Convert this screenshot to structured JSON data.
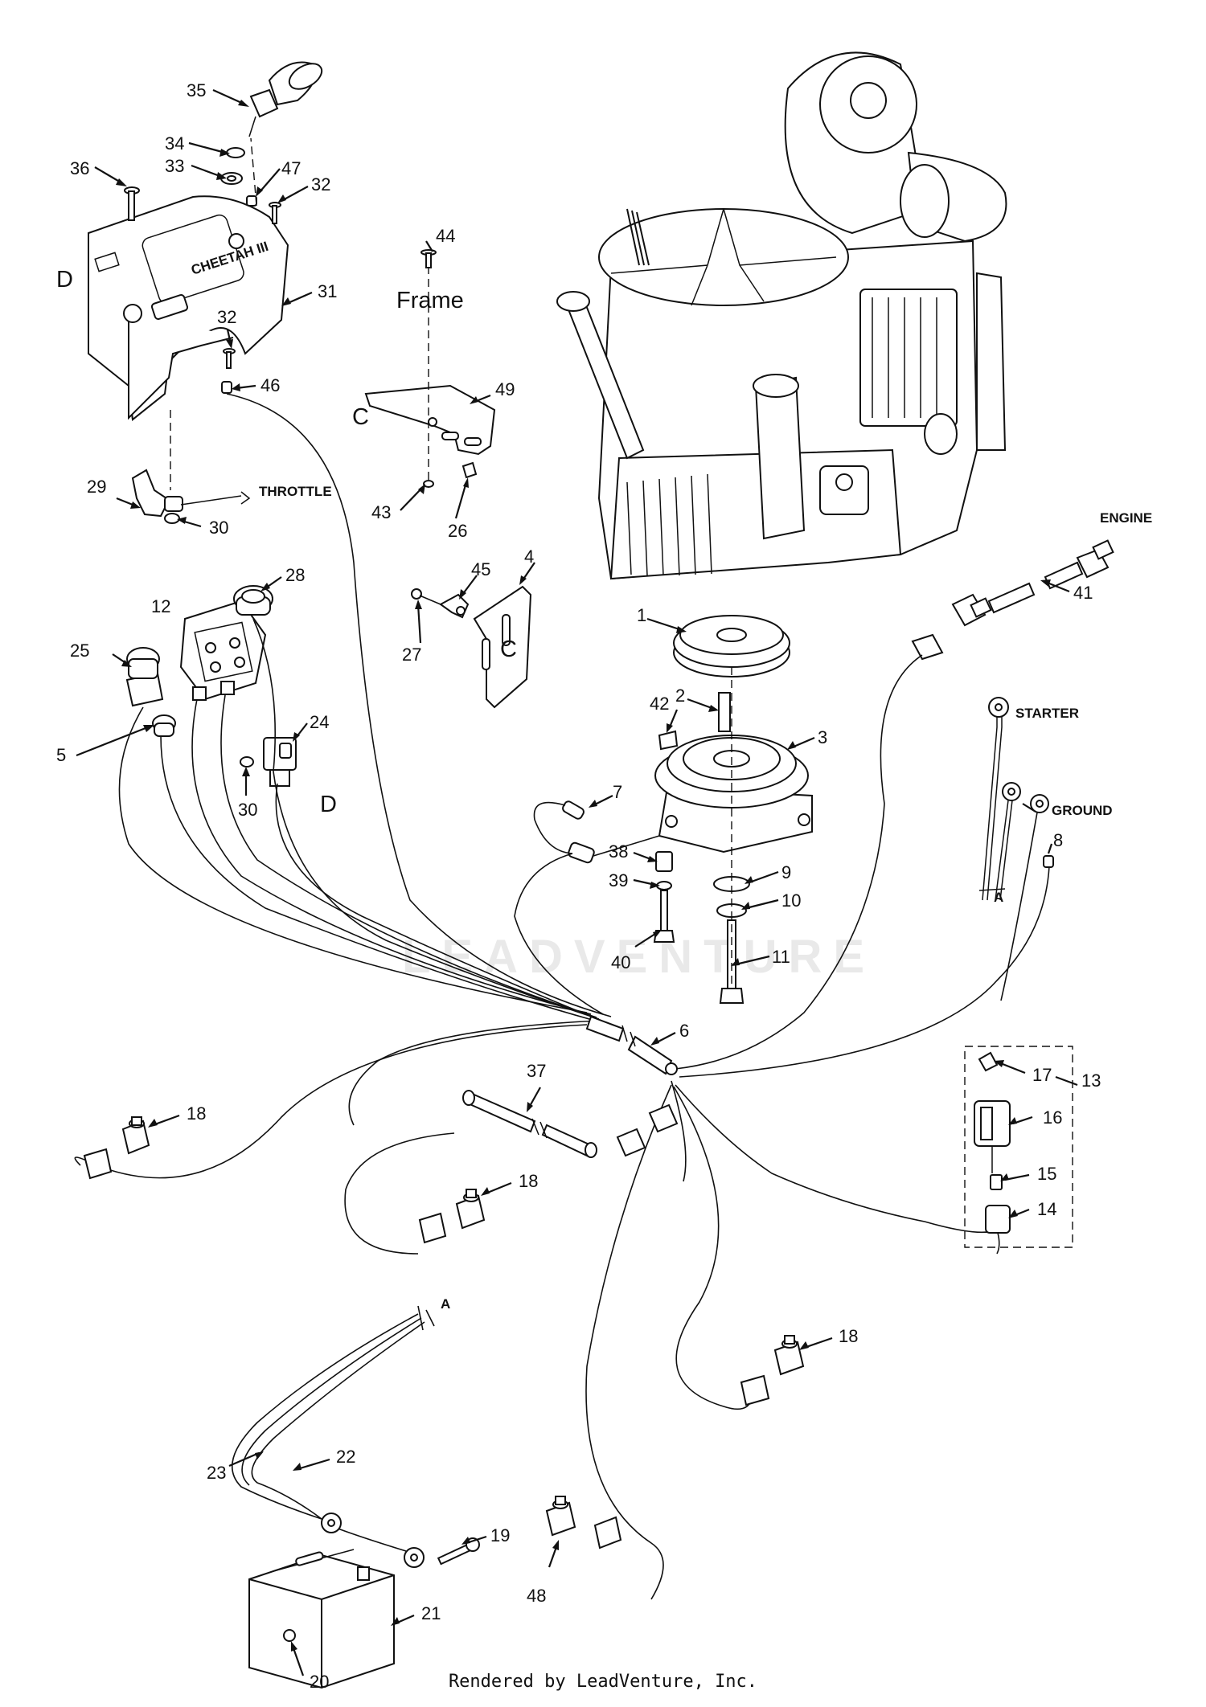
{
  "labels": {
    "n1": "1",
    "n2": "2",
    "n3": "3",
    "n4": "4",
    "n5": "5",
    "n6": "6",
    "n7": "7",
    "n8": "8",
    "n9": "9",
    "n10": "10",
    "n11": "11",
    "n12": "12",
    "n13": "13",
    "n14": "14",
    "n15": "15",
    "n16": "16",
    "n17": "17",
    "n18a": "18",
    "n18b": "18",
    "n18c": "18",
    "n19": "19",
    "n20": "20",
    "n21": "21",
    "n22": "22",
    "n23": "23",
    "n24": "24",
    "n25": "25",
    "n26": "26",
    "n27": "27",
    "n28": "28",
    "n29": "29",
    "n30a": "30",
    "n30b": "30",
    "n31": "31",
    "n32a": "32",
    "n32b": "32",
    "n33": "33",
    "n34": "34",
    "n35": "35",
    "n36": "36",
    "n37": "37",
    "n38": "38",
    "n39": "39",
    "n40": "40",
    "n41": "41",
    "n42": "42",
    "n43": "43",
    "n44": "44",
    "n45": "45",
    "n46": "46",
    "n47": "47",
    "n48": "48",
    "n49": "49",
    "frame": "Frame",
    "throttle": "THROTTLE",
    "engine": "ENGINE",
    "starter": "STARTER",
    "ground": "GROUND",
    "refA1": "A",
    "refA2": "A",
    "refC1": "C",
    "refC2": "C",
    "refD1": "D",
    "refD2": "D"
  },
  "watermark": "LEADVENTURE",
  "footer": "Rendered by LeadVenture, Inc."
}
